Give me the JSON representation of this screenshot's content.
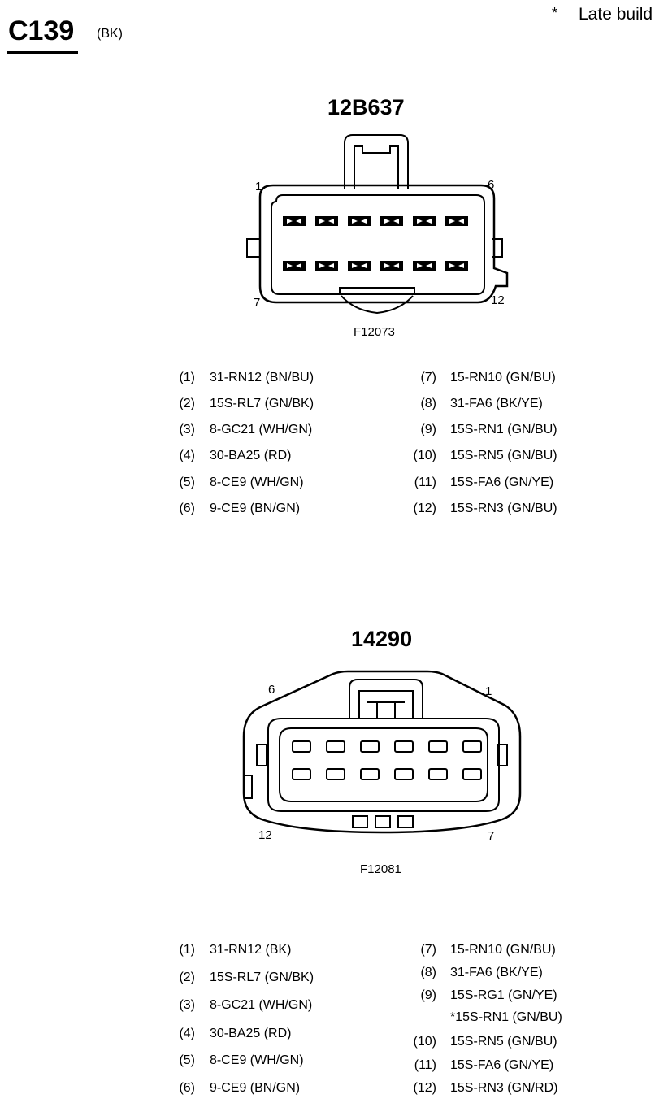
{
  "header": {
    "connector_id": "C139",
    "color_code": "(BK)",
    "legend_symbol": "*",
    "legend_text": "Late build"
  },
  "connector_1": {
    "part_number": "12B637",
    "figure_id": "F12073",
    "pin_labels": {
      "top_left": "1",
      "top_right": "6",
      "bottom_left": "7",
      "bottom_right": "12"
    },
    "left_pins": [
      {
        "index": "(1)",
        "wire": "31-RN12 (BN/BU)"
      },
      {
        "index": "(2)",
        "wire": "15S-RL7 (GN/BK)"
      },
      {
        "index": "(3)",
        "wire": "8-GC21 (WH/GN)"
      },
      {
        "index": "(4)",
        "wire": "30-BA25 (RD)"
      },
      {
        "index": "(5)",
        "wire": "8-CE9 (WH/GN)"
      },
      {
        "index": "(6)",
        "wire": "9-CE9 (BN/GN)"
      }
    ],
    "right_pins": [
      {
        "index": "(7)",
        "wire": "15-RN10 (GN/BU)"
      },
      {
        "index": "(8)",
        "wire": "31-FA6 (BK/YE)"
      },
      {
        "index": "(9)",
        "wire": "15S-RN1 (GN/BU)"
      },
      {
        "index": "(10)",
        "wire": "15S-RN5 (GN/BU)"
      },
      {
        "index": "(11)",
        "wire": "15S-FA6 (GN/YE)"
      },
      {
        "index": "(12)",
        "wire": "15S-RN3 (GN/BU)"
      }
    ]
  },
  "connector_2": {
    "part_number": "14290",
    "figure_id": "F12081",
    "pin_labels": {
      "top_left": "6",
      "top_right": "1",
      "bottom_left": "12",
      "bottom_right": "7"
    },
    "left_pins": [
      {
        "index": "(1)",
        "wire": "31-RN12 (BK)"
      },
      {
        "index": "(2)",
        "wire": "15S-RL7 (GN/BK)"
      },
      {
        "index": "(3)",
        "wire": "8-GC21 (WH/GN)"
      },
      {
        "index": "(4)",
        "wire": "30-BA25 (RD)"
      },
      {
        "index": "(5)",
        "wire": "8-CE9 (WH/GN)"
      },
      {
        "index": "(6)",
        "wire": "9-CE9 (BN/GN)"
      }
    ],
    "right_pins": [
      {
        "index": "(7)",
        "wire": "15-RN10 (GN/BU)"
      },
      {
        "index": "(8)",
        "wire": "31-FA6 (BK/YE)"
      },
      {
        "index": "(9)",
        "wire": "15S-RG1 (GN/YE)"
      },
      {
        "index": "",
        "wire": "*15S-RN1 (GN/BU)"
      },
      {
        "index": "(10)",
        "wire": "15S-RN5 (GN/BU)"
      },
      {
        "index": "(11)",
        "wire": "15S-FA6 (GN/YE)"
      },
      {
        "index": "(12)",
        "wire": "15S-RN3 (GN/RD)"
      }
    ]
  }
}
